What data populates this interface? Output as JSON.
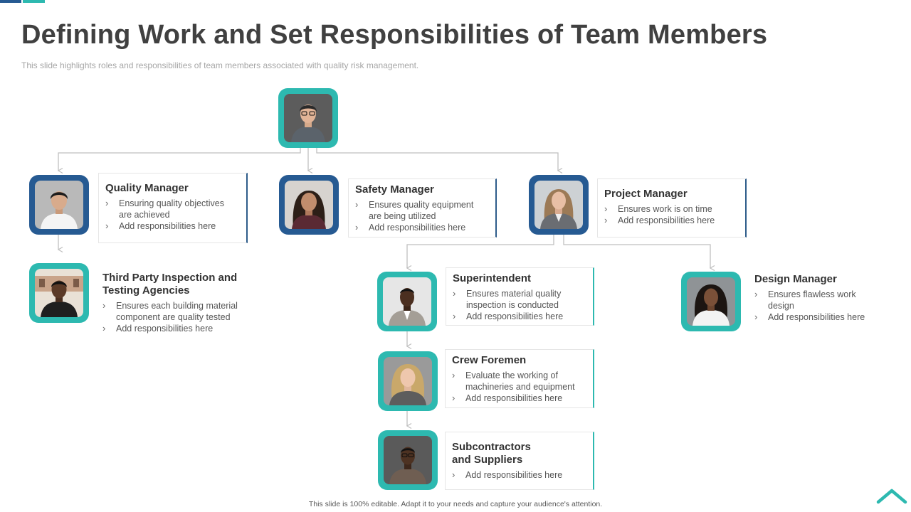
{
  "slide": {
    "title": "Defining Work and Set Responsibilities of Team Members",
    "subtitle": "This slide highlights roles and responsibilities of team members associated with quality risk management.",
    "footer": "This slide is 100% editable. Adapt it to your needs and capture your audience's attention."
  },
  "colors": {
    "navy": "#265a92",
    "teal": "#2db9b0",
    "title": "#404040",
    "connector": "#bfbfbf"
  },
  "icons": {
    "bullet": "chevron-right-icon",
    "corner": "house-chevron-icon"
  },
  "roles": {
    "quality_manager": {
      "title": "Quality Manager",
      "items": [
        "Ensuring quality objectives are achieved",
        "Add responsibilities here"
      ]
    },
    "safety_manager": {
      "title": "Safety Manager",
      "items": [
        "Ensures quality equipment are being utilized",
        "Add responsibilities here"
      ]
    },
    "project_manager": {
      "title": "Project Manager",
      "items": [
        "Ensures work is on time",
        "Add responsibilities here"
      ]
    },
    "third_party": {
      "title": "Third Party Inspection and Testing Agencies",
      "items": [
        "Ensures each building material component are quality tested",
        "Add responsibilities here"
      ]
    },
    "superintendent": {
      "title": "Superintendent",
      "items": [
        "Ensures material quality inspection is conducted",
        "Add responsibilities here"
      ]
    },
    "design_manager": {
      "title": "Design Manager",
      "items": [
        "Ensures flawless work design",
        "Add responsibilities here"
      ]
    },
    "crew_foremen": {
      "title": "Crew Foremen",
      "items": [
        "Evaluate the working of machineries and equipment",
        "Add responsibilities here"
      ]
    },
    "subcontractors": {
      "title": "Subcontractors and Suppliers",
      "items": [
        "Add responsibilities here"
      ]
    }
  }
}
